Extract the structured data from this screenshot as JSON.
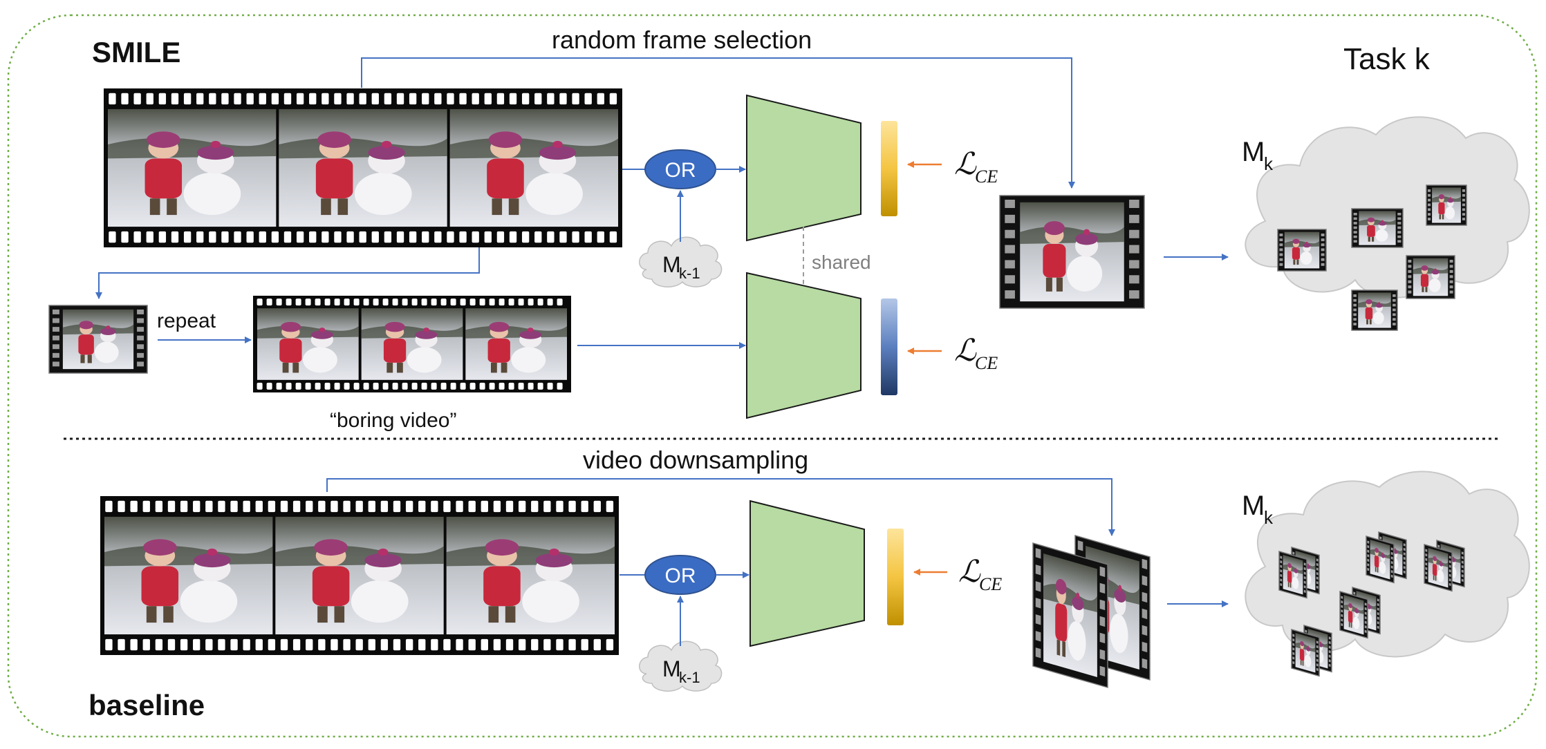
{
  "top_section": {
    "title": "SMILE",
    "task_label": "Task k",
    "frame_selection_label": "random frame selection",
    "or_label": "OR",
    "memory_prev": {
      "main": "M",
      "sub": "k-1"
    },
    "shared_label": "shared",
    "repeat_label": "repeat",
    "boring_video_label": "“boring video”",
    "loss": {
      "symbol": "ℒ",
      "sub": "CE"
    },
    "memory_label": {
      "main": "M",
      "sub": "k"
    }
  },
  "bottom_section": {
    "title": "baseline",
    "downsampling_label": "video downsampling",
    "or_label": "OR",
    "memory_prev": {
      "main": "M",
      "sub": "k-1"
    },
    "loss": {
      "symbol": "ℒ",
      "sub": "CE"
    },
    "memory_label": {
      "main": "M",
      "sub": "k"
    }
  },
  "colors": {
    "arrow_blue": "#4472c4",
    "arrow_orange": "#ed7d31",
    "encoder_fill": "#b7dba2",
    "or_fill": "#3b6cc4",
    "cloud_fill": "#e4e4e4",
    "border_green": "#70ad47",
    "yellow_bar_top": "#fde49b",
    "yellow_bar_bottom": "#bf9000",
    "blue_bar_top": "#b4c7e7",
    "blue_bar_bottom": "#1f3864"
  }
}
